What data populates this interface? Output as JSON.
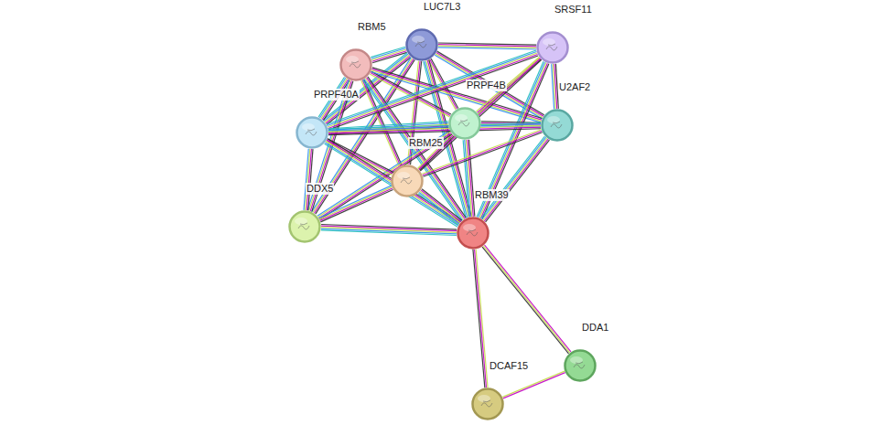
{
  "diagram": {
    "nodes": [
      {
        "text": [
          "LUC7L3"
        ]
      },
      {
        "text": [
          "SRSF11"
        ]
      },
      {
        "text": [
          "RBM5"
        ]
      },
      {
        "text": [
          "PRPF4B"
        ]
      },
      {
        "text": [
          "U2AF2"
        ]
      },
      {
        "text": [
          "PRPF40A"
        ]
      },
      {
        "text": [
          "RBM25"
        ]
      },
      {
        "text": [
          "DDX5"
        ]
      },
      {
        "text": [
          "RBM39"
        ]
      },
      {
        "text": [
          "DDA1"
        ]
      },
      {
        "text": [
          "DCAF15"
        ]
      }
    ],
    "edges": [
      {
        "from": 0,
        "to": 2,
        "arrow": "none"
      },
      {
        "from": 0,
        "to": 1,
        "arrow": "none"
      },
      {
        "from": 0,
        "to": 3,
        "arrow": "none"
      },
      {
        "from": 0,
        "to": 4,
        "arrow": "none"
      },
      {
        "from": 0,
        "to": 5,
        "arrow": "none"
      },
      {
        "from": 0,
        "to": 6,
        "arrow": "none"
      },
      {
        "from": 0,
        "to": 7,
        "arrow": "none"
      },
      {
        "from": 0,
        "to": 8,
        "arrow": "none"
      },
      {
        "from": 2,
        "to": 5,
        "arrow": "none"
      },
      {
        "from": 2,
        "to": 3,
        "arrow": "none"
      },
      {
        "from": 2,
        "to": 4,
        "arrow": "none"
      },
      {
        "from": 2,
        "to": 6,
        "arrow": "none"
      },
      {
        "from": 2,
        "to": 8,
        "arrow": "none"
      },
      {
        "from": 2,
        "to": 7,
        "arrow": "none"
      },
      {
        "from": 1,
        "to": 3,
        "arrow": "none"
      },
      {
        "from": 1,
        "to": 4,
        "arrow": "none"
      },
      {
        "from": 1,
        "to": 5,
        "arrow": "none"
      },
      {
        "from": 1,
        "to": 8,
        "arrow": "none"
      },
      {
        "from": 1,
        "to": 6,
        "arrow": "none"
      },
      {
        "from": 3,
        "to": 4,
        "arrow": "none"
      },
      {
        "from": 3,
        "to": 5,
        "arrow": "none"
      },
      {
        "from": 3,
        "to": 6,
        "arrow": "none"
      },
      {
        "from": 3,
        "to": 7,
        "arrow": "none"
      },
      {
        "from": 3,
        "to": 8,
        "arrow": "none"
      },
      {
        "from": 4,
        "to": 5,
        "arrow": "none"
      },
      {
        "from": 4,
        "to": 6,
        "arrow": "none"
      },
      {
        "from": 4,
        "to": 8,
        "arrow": "none"
      },
      {
        "from": 5,
        "to": 6,
        "arrow": "none"
      },
      {
        "from": 5,
        "to": 7,
        "arrow": "none"
      },
      {
        "from": 5,
        "to": 8,
        "arrow": "none"
      },
      {
        "from": 6,
        "to": 7,
        "arrow": "none"
      },
      {
        "from": 6,
        "to": 8,
        "arrow": "none"
      },
      {
        "from": 7,
        "to": 8,
        "arrow": "none"
      },
      {
        "from": 8,
        "to": 9,
        "arrow": "none"
      },
      {
        "from": 8,
        "to": 10,
        "arrow": "none"
      },
      {
        "from": 10,
        "to": 9,
        "arrow": "none"
      }
    ]
  }
}
